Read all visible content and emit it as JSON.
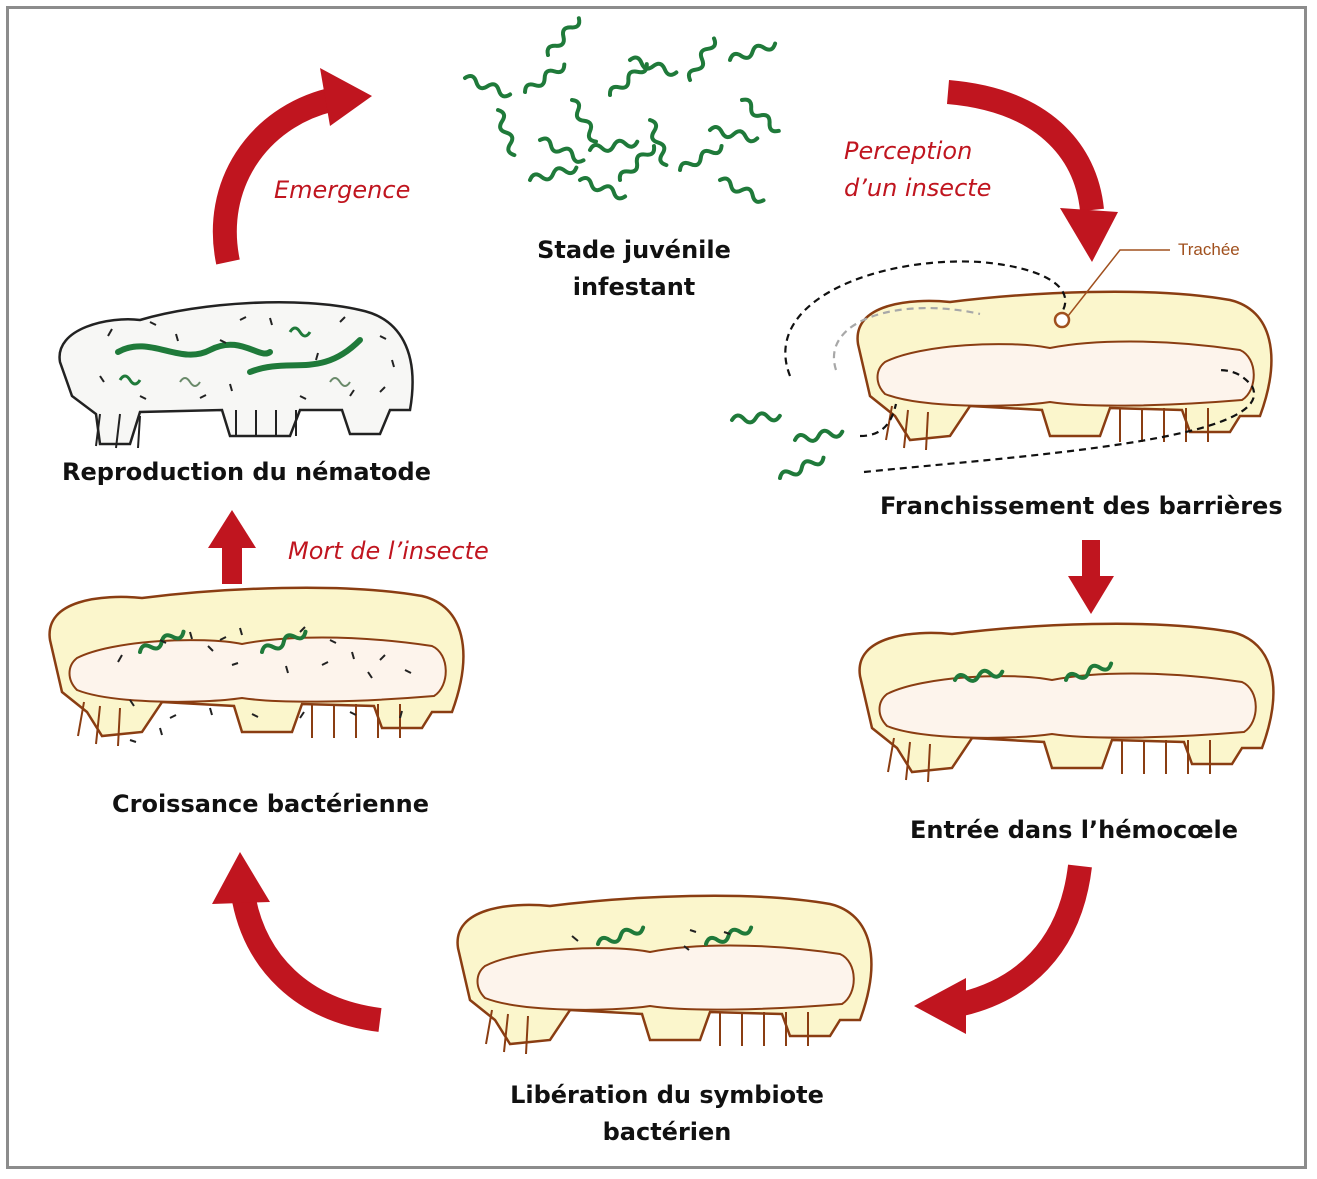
{
  "colors": {
    "arrow": "#c0151f",
    "transition_text": "#c0151f",
    "insect_body": "#fbf6cc",
    "insect_gut": "#fdf4ec",
    "insect_outline": "#8a3d12",
    "nematode": "#1f7a3a",
    "trachea": "#a0501e",
    "frame": "#8c8c8c"
  },
  "stages": {
    "infective_juvenile": {
      "line1": "Stade juvénile",
      "line2": "infestant"
    },
    "barriers": "Franchissement des barrières",
    "hemocoel": "Entrée dans l’hémocœle",
    "symbiont": {
      "line1": "Libération du symbiote",
      "line2": "bactérien"
    },
    "growth": "Croissance bactérienne",
    "reproduction": "Reproduction du nématode"
  },
  "transitions": {
    "perception": {
      "line1": "Perception",
      "line2": "d’un insecte"
    },
    "emergence": "Emergence",
    "death": "Mort de l’insecte"
  },
  "annotations": {
    "trachea": "Trachée"
  }
}
